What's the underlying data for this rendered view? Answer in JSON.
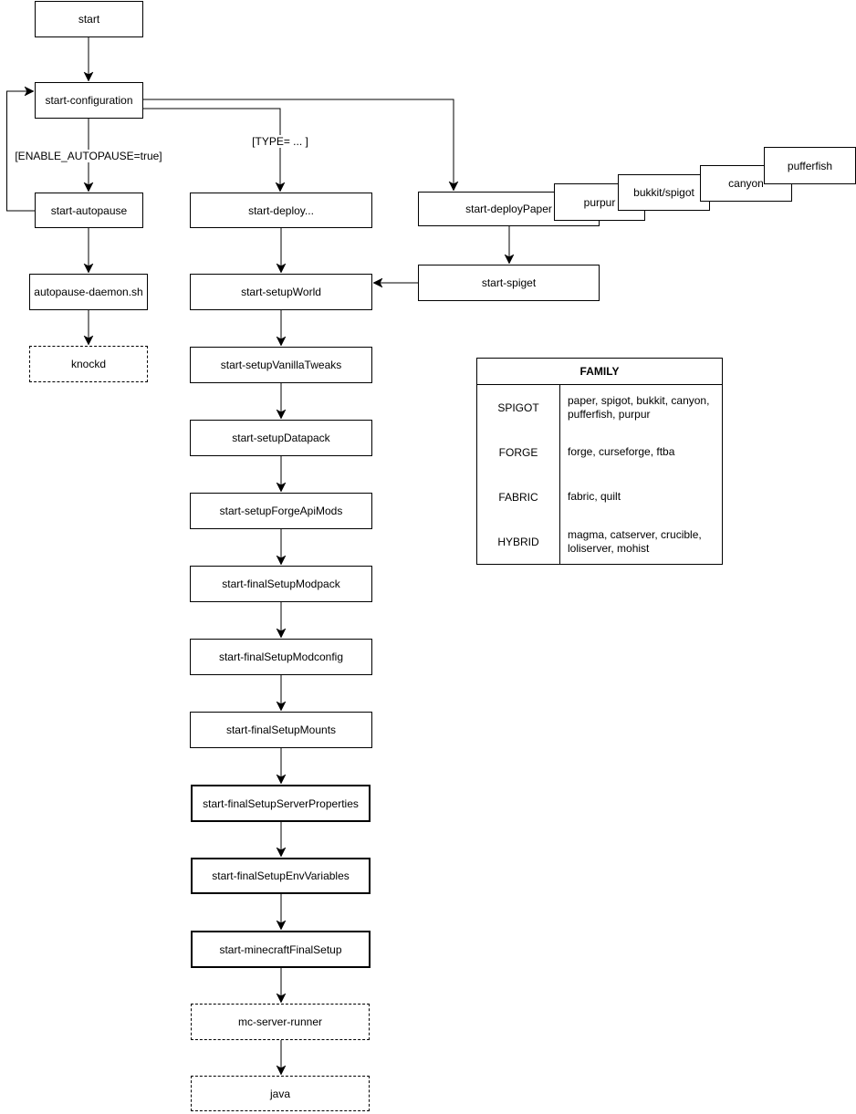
{
  "diagram": {
    "nodes": [
      {
        "id": "start",
        "label": "start",
        "style": "solid"
      },
      {
        "id": "start-configuration",
        "label": "start-configuration",
        "style": "solid"
      },
      {
        "id": "start-autopause",
        "label": "start-autopause",
        "style": "solid"
      },
      {
        "id": "autopause-daemon-sh",
        "label": "autopause-daemon.sh",
        "style": "solid"
      },
      {
        "id": "knockd",
        "label": "knockd",
        "style": "dashed"
      },
      {
        "id": "start-deploy",
        "label": "start-deploy...",
        "style": "solid"
      },
      {
        "id": "start-deployPaper",
        "label": "start-deployPaper",
        "style": "solid"
      },
      {
        "id": "purpur",
        "label": "purpur",
        "style": "solid"
      },
      {
        "id": "bukkit-spigot",
        "label": "bukkit/spigot",
        "style": "solid"
      },
      {
        "id": "canyon",
        "label": "canyon",
        "style": "solid"
      },
      {
        "id": "pufferfish",
        "label": "pufferfish",
        "style": "solid"
      },
      {
        "id": "start-spiget",
        "label": "start-spiget",
        "style": "solid"
      },
      {
        "id": "start-setupWorld",
        "label": "start-setupWorld",
        "style": "solid"
      },
      {
        "id": "start-setupVanillaTweaks",
        "label": "start-setupVanillaTweaks",
        "style": "solid"
      },
      {
        "id": "start-setupDatapack",
        "label": "start-setupDatapack",
        "style": "solid"
      },
      {
        "id": "start-setupForgeApiMods",
        "label": "start-setupForgeApiMods",
        "style": "solid"
      },
      {
        "id": "start-finalSetupModpack",
        "label": "start-finalSetupModpack",
        "style": "solid"
      },
      {
        "id": "start-finalSetupModconfig",
        "label": "start-finalSetupModconfig",
        "style": "solid"
      },
      {
        "id": "start-finalSetupMounts",
        "label": "start-finalSetupMounts",
        "style": "solid"
      },
      {
        "id": "start-finalSetupServerProperties",
        "label": "start-finalSetupServerProperties",
        "style": "bold"
      },
      {
        "id": "start-finalSetupEnvVariables",
        "label": "start-finalSetupEnvVariables",
        "style": "bold"
      },
      {
        "id": "start-minecraftFinalSetup",
        "label": "start-minecraftFinalSetup",
        "style": "bold"
      },
      {
        "id": "mc-server-runner",
        "label": "mc-server-runner",
        "style": "dashed"
      },
      {
        "id": "java",
        "label": "java",
        "style": "dashed"
      }
    ],
    "edges": [
      {
        "from": "start",
        "to": "start-configuration",
        "label": ""
      },
      {
        "from": "start-configuration",
        "to": "start-autopause",
        "label": "[ENABLE_AUTOPAUSE=true]"
      },
      {
        "from": "start-autopause",
        "to": "autopause-daemon-sh",
        "label": ""
      },
      {
        "from": "autopause-daemon-sh",
        "to": "knockd",
        "label": ""
      },
      {
        "from": "start-autopause",
        "to": "start-configuration",
        "label": ""
      },
      {
        "from": "start-configuration",
        "to": "start-deploy",
        "label": "[TYPE= ... ]"
      },
      {
        "from": "start-configuration",
        "to": "start-deployPaper",
        "label": ""
      },
      {
        "from": "start-deploy",
        "to": "start-setupWorld",
        "label": ""
      },
      {
        "from": "start-deployPaper",
        "to": "start-spiget",
        "label": ""
      },
      {
        "from": "start-spiget",
        "to": "start-setupWorld",
        "label": ""
      },
      {
        "from": "start-setupWorld",
        "to": "start-setupVanillaTweaks",
        "label": ""
      },
      {
        "from": "start-setupVanillaTweaks",
        "to": "start-setupDatapack",
        "label": ""
      },
      {
        "from": "start-setupDatapack",
        "to": "start-setupForgeApiMods",
        "label": ""
      },
      {
        "from": "start-setupForgeApiMods",
        "to": "start-finalSetupModpack",
        "label": ""
      },
      {
        "from": "start-finalSetupModpack",
        "to": "start-finalSetupModconfig",
        "label": ""
      },
      {
        "from": "start-finalSetupModconfig",
        "to": "start-finalSetupMounts",
        "label": ""
      },
      {
        "from": "start-finalSetupMounts",
        "to": "start-finalSetupServerProperties",
        "label": ""
      },
      {
        "from": "start-finalSetupServerProperties",
        "to": "start-finalSetupEnvVariables",
        "label": ""
      },
      {
        "from": "start-finalSetupEnvVariables",
        "to": "start-minecraftFinalSetup",
        "label": ""
      },
      {
        "from": "start-minecraftFinalSetup",
        "to": "mc-server-runner",
        "label": ""
      },
      {
        "from": "mc-server-runner",
        "to": "java",
        "label": ""
      }
    ]
  },
  "family_table": {
    "title": "FAMILY",
    "rows": [
      {
        "family": "SPIGOT",
        "members": "paper, spigot, bukkit, canyon, pufferfish, purpur"
      },
      {
        "family": "FORGE",
        "members": "forge, curseforge, ftba"
      },
      {
        "family": "FABRIC",
        "members": "fabric, quilt"
      },
      {
        "family": "HYBRID",
        "members": "magma, catserver, crucible, loliserver, mohist"
      }
    ]
  },
  "colors": {
    "stroke": "#000000",
    "fill": "#ffffff",
    "text": "#000000"
  }
}
